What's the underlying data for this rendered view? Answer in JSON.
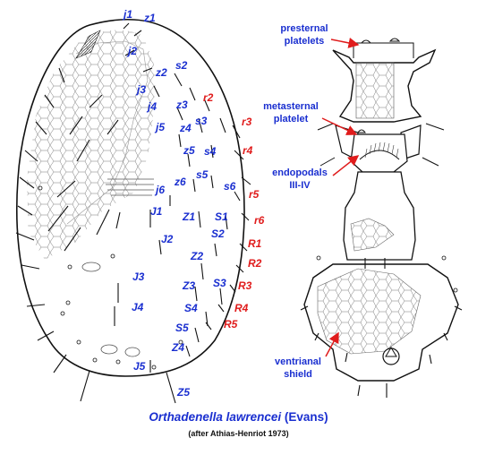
{
  "dorsal_labels": [
    {
      "text": "j1",
      "color": "blue"
    },
    {
      "text": "z1",
      "color": "blue"
    },
    {
      "text": "j2",
      "color": "blue"
    },
    {
      "text": "z2",
      "color": "blue"
    },
    {
      "text": "s2",
      "color": "blue"
    },
    {
      "text": "j3",
      "color": "blue"
    },
    {
      "text": "r2",
      "color": "red"
    },
    {
      "text": "j4",
      "color": "blue"
    },
    {
      "text": "z3",
      "color": "blue"
    },
    {
      "text": "s3",
      "color": "blue"
    },
    {
      "text": "r3",
      "color": "red"
    },
    {
      "text": "j5",
      "color": "blue"
    },
    {
      "text": "z4",
      "color": "blue"
    },
    {
      "text": "s4",
      "color": "blue"
    },
    {
      "text": "r4",
      "color": "red"
    },
    {
      "text": "z5",
      "color": "blue"
    },
    {
      "text": "s5",
      "color": "blue"
    },
    {
      "text": "z6",
      "color": "blue"
    },
    {
      "text": "s6",
      "color": "blue"
    },
    {
      "text": "r5",
      "color": "red"
    },
    {
      "text": "j6",
      "color": "blue"
    },
    {
      "text": "J1",
      "color": "blue"
    },
    {
      "text": "Z1",
      "color": "blue"
    },
    {
      "text": "S1",
      "color": "blue"
    },
    {
      "text": "r6",
      "color": "red"
    },
    {
      "text": "J2",
      "color": "blue"
    },
    {
      "text": "S2",
      "color": "blue"
    },
    {
      "text": "R1",
      "color": "red"
    },
    {
      "text": "Z2",
      "color": "blue"
    },
    {
      "text": "R2",
      "color": "red"
    },
    {
      "text": "J3",
      "color": "blue"
    },
    {
      "text": "Z3",
      "color": "blue"
    },
    {
      "text": "S3",
      "color": "blue"
    },
    {
      "text": "R3",
      "color": "red"
    },
    {
      "text": "J4",
      "color": "blue"
    },
    {
      "text": "S4",
      "color": "blue"
    },
    {
      "text": "R4",
      "color": "red"
    },
    {
      "text": "S5",
      "color": "blue"
    },
    {
      "text": "R5",
      "color": "red"
    },
    {
      "text": "Z4",
      "color": "blue"
    },
    {
      "text": "J5",
      "color": "blue"
    },
    {
      "text": "Z5",
      "color": "blue"
    }
  ],
  "ventral_labels": {
    "presternal": [
      "presternal",
      "platelets"
    ],
    "metasternal": [
      "metasternal",
      "platelet"
    ],
    "endopodals": [
      "endopodals",
      "III-IV"
    ],
    "ventrianal": [
      "ventrianal",
      "shield"
    ]
  },
  "caption": {
    "species": "Orthadenella lawrencei",
    "author": "(Evans)",
    "source": "(after Athias-Henriot 1973)"
  },
  "colors": {
    "blue": "#1a2fd0",
    "red": "#e01c1c",
    "arrow": "#e01c1c"
  }
}
